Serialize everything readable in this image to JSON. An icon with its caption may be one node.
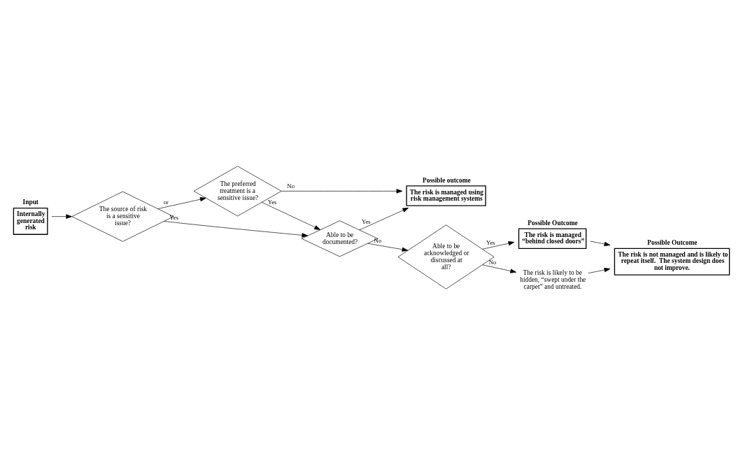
{
  "diagram": {
    "nodes": [
      {
        "text": [
          "Input",
          "Internally generated risk"
        ]
      },
      {
        "text": [
          "The source of risk is a sensitive issue?"
        ]
      },
      {
        "text": [
          "The preferred treatment is a sensitive issue?"
        ]
      },
      {
        "text": [
          "Possible outcome",
          "The risk is managed using risk management systems"
        ]
      },
      {
        "text": [
          "Able to be documented?"
        ]
      },
      {
        "text": [
          "Able to be acknowledged or discussed at all?"
        ]
      },
      {
        "text": [
          "Possible Outcome",
          "The risk is managed “behind closed doors”"
        ]
      },
      {
        "text": [
          "The risk is likely to be hidden, “swept under the carpet” and untreated."
        ]
      },
      {
        "text": [
          "Possible Outcome",
          "The risk is not managed and is likely to repeat itself.  The system design does not improve."
        ]
      }
    ],
    "edges": [
      {
        "from": 0,
        "to": 1,
        "arrow": "to"
      },
      {
        "from": 1,
        "to": 2,
        "arrow": "to",
        "label": "or"
      },
      {
        "from": 1,
        "to": 4,
        "arrow": "to",
        "label": "Yes"
      },
      {
        "from": 2,
        "to": 3,
        "arrow": "to",
        "label": "No"
      },
      {
        "from": 2,
        "to": 4,
        "arrow": "to",
        "label": "Yes"
      },
      {
        "from": 4,
        "to": 3,
        "arrow": "to",
        "label": "Yes"
      },
      {
        "from": 4,
        "to": 5,
        "arrow": "to",
        "label": "No"
      },
      {
        "from": 5,
        "to": 6,
        "arrow": "to",
        "label": "Yes"
      },
      {
        "from": 5,
        "to": 7,
        "arrow": "to",
        "label": "No"
      },
      {
        "from": 6,
        "to": 8,
        "arrow": "to"
      },
      {
        "from": 7,
        "to": 8,
        "arrow": "to"
      }
    ]
  }
}
